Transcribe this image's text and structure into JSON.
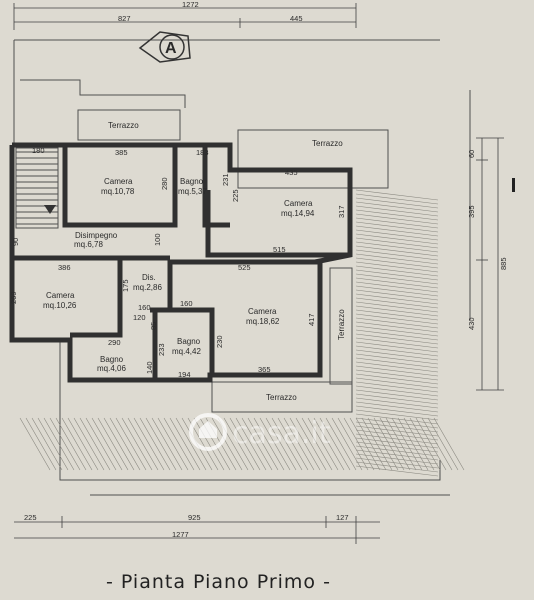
{
  "north_marker": "A",
  "rooms": [
    {
      "name": "Camera",
      "area": "mq.10,78"
    },
    {
      "name": "Bagno",
      "area": "mq.5,37"
    },
    {
      "name": "Camera",
      "area": "mq.14,94"
    },
    {
      "name": "Disimpegno",
      "area": "mq.6,78"
    },
    {
      "name": "Camera",
      "area": "mq.10,26"
    },
    {
      "name": "Dis.",
      "area": "mq.2,86"
    },
    {
      "name": "Camera",
      "area": "mq.18,62"
    },
    {
      "name": "Bagno",
      "area": "mq.4,42"
    },
    {
      "name": "Bagno",
      "area": "mq.4,06"
    }
  ],
  "terraces": [
    "Terrazzo",
    "Terrazzo",
    "Terrazzo",
    "Terrazzo"
  ],
  "dimensions": {
    "top_total": "1272",
    "top_left": "827",
    "top_right": "445",
    "bottom_total": "1277",
    "bottom_a": "225",
    "bottom_b": "925",
    "bottom_c": "127",
    "right_a": "60",
    "right_b": "395",
    "right_c": "430",
    "right_total": "885",
    "inner": [
      "180",
      "385",
      "183",
      "435",
      "280",
      "231",
      "225",
      "317",
      "90",
      "100",
      "515",
      "386",
      "525",
      "175",
      "269",
      "160",
      "160",
      "120",
      "85",
      "290",
      "233",
      "230",
      "140",
      "194",
      "417",
      "365"
    ]
  },
  "watermark": "casa.it",
  "title": "- Pianta Piano Primo -"
}
